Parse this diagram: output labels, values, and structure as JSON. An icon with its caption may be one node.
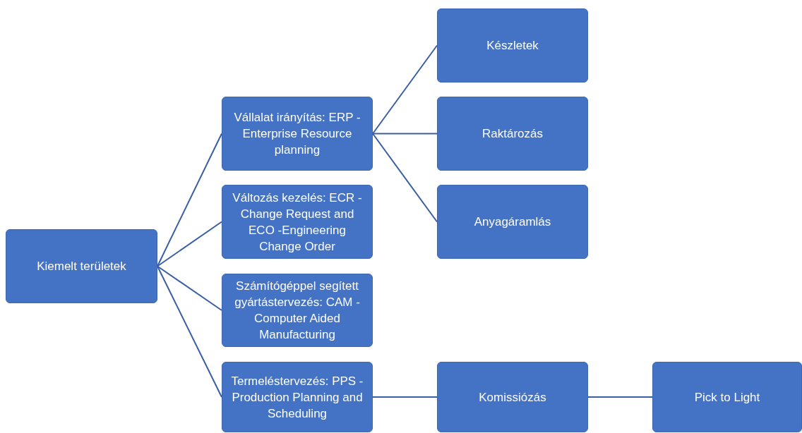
{
  "diagram": {
    "nodes": [
      {
        "text": [
          "Kiemelt területek"
        ]
      },
      {
        "text": [
          "Vállalat irányítás: ERP - Enterprise Resource planning"
        ]
      },
      {
        "text": [
          "Változás kezelés: ECR - Change Request and ECO -Engineering Change Order"
        ]
      },
      {
        "text": [
          "Számítógéppel segített gyártástervezés: CAM - Computer Aided Manufacturing"
        ]
      },
      {
        "text": [
          "Termeléstervezés: PPS - Production Planning and Scheduling"
        ]
      },
      {
        "text": [
          "Készletek"
        ]
      },
      {
        "text": [
          "Raktározás"
        ]
      },
      {
        "text": [
          "Anyagáramlás"
        ]
      },
      {
        "text": [
          "Komissiózás"
        ]
      },
      {
        "text": [
          "Pick to Light"
        ]
      }
    ],
    "edges": [
      {
        "from": 0,
        "to": 1,
        "arrow": "none"
      },
      {
        "from": 0,
        "to": 2,
        "arrow": "none"
      },
      {
        "from": 0,
        "to": 3,
        "arrow": "none"
      },
      {
        "from": 0,
        "to": 4,
        "arrow": "none"
      },
      {
        "from": 1,
        "to": 5,
        "arrow": "none"
      },
      {
        "from": 1,
        "to": 6,
        "arrow": "none"
      },
      {
        "from": 1,
        "to": 7,
        "arrow": "none"
      },
      {
        "from": 4,
        "to": 8,
        "arrow": "none"
      },
      {
        "from": 8,
        "to": 9,
        "arrow": "none"
      }
    ]
  }
}
